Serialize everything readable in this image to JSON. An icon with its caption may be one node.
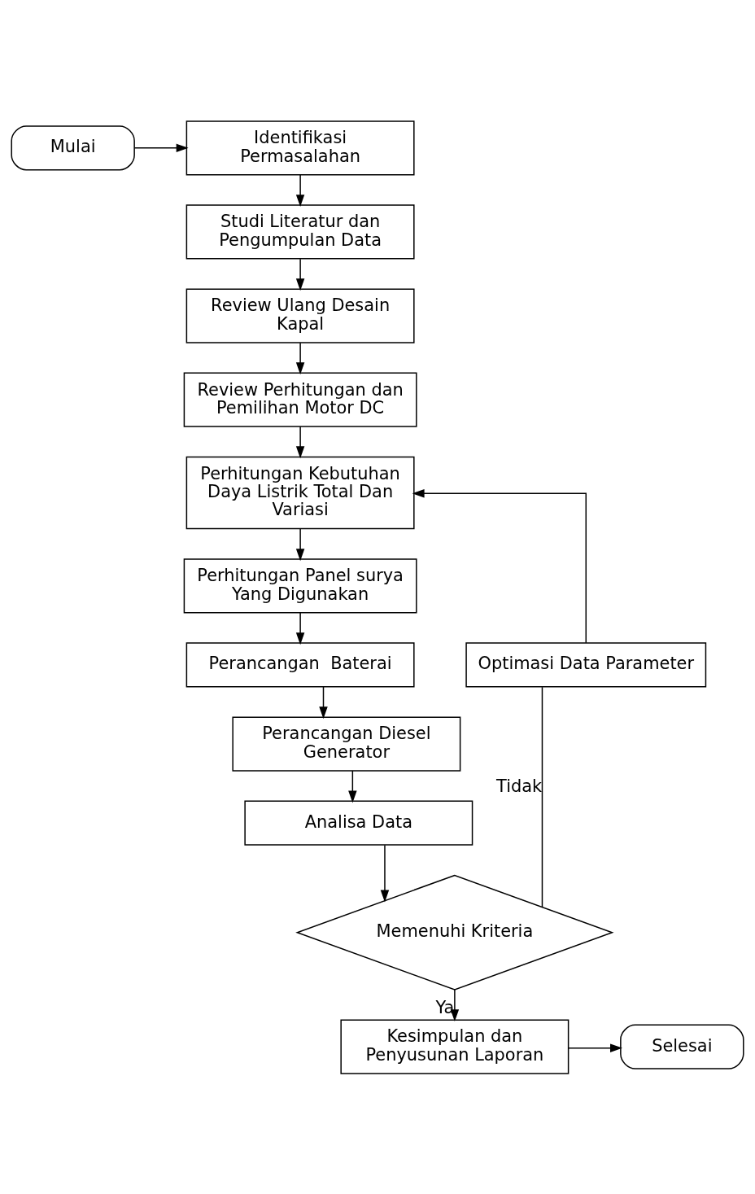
{
  "diagram": {
    "nodes": [
      {
        "text": [
          "Mulai"
        ]
      },
      {
        "text": [
          "Identifikasi Permasalahan"
        ]
      },
      {
        "text": [
          "Studi Literatur dan Pengumpulan Data"
        ]
      },
      {
        "text": [
          "Review Ulang Desain Kapal"
        ]
      },
      {
        "text": [
          "Review Perhitungan dan Pemilihan Motor DC"
        ]
      },
      {
        "text": [
          "Perhitungan Kebutuhan Daya Listrik Total Dan Variasi"
        ]
      },
      {
        "text": [
          "Perhitungan Panel surya Yang Digunakan"
        ]
      },
      {
        "text": [
          "Perancangan  Baterai"
        ]
      },
      {
        "text": [
          "Perancangan Diesel Generator"
        ]
      },
      {
        "text": [
          "Analisa Data"
        ]
      },
      {
        "text": [
          "Memenuhi Kriteria"
        ]
      },
      {
        "text": [
          "Optimasi Data Parameter"
        ]
      },
      {
        "text": [
          "Kesimpulan dan Penyusunan Laporan"
        ]
      },
      {
        "text": [
          "Selesai"
        ]
      }
    ],
    "edges": [
      {
        "from": 0,
        "to": 1,
        "arrow": "to"
      },
      {
        "from": 1,
        "to": 2,
        "arrow": "to"
      },
      {
        "from": 2,
        "to": 3,
        "arrow": "to"
      },
      {
        "from": 3,
        "to": 4,
        "arrow": "to"
      },
      {
        "from": 4,
        "to": 5,
        "arrow": "to"
      },
      {
        "from": 5,
        "to": 6,
        "arrow": "to"
      },
      {
        "from": 6,
        "to": 7,
        "arrow": "to"
      },
      {
        "from": 7,
        "to": 8,
        "arrow": "to"
      },
      {
        "from": 8,
        "to": 9,
        "arrow": "to"
      },
      {
        "from": 9,
        "to": 10,
        "arrow": "to"
      },
      {
        "from": 10,
        "to": 11,
        "arrow": "none",
        "label": "Tidak"
      },
      {
        "from": 11,
        "to": 5,
        "arrow": "to"
      },
      {
        "from": 10,
        "to": 12,
        "arrow": "to",
        "label": "Ya"
      },
      {
        "from": 12,
        "to": 13,
        "arrow": "to"
      }
    ]
  }
}
